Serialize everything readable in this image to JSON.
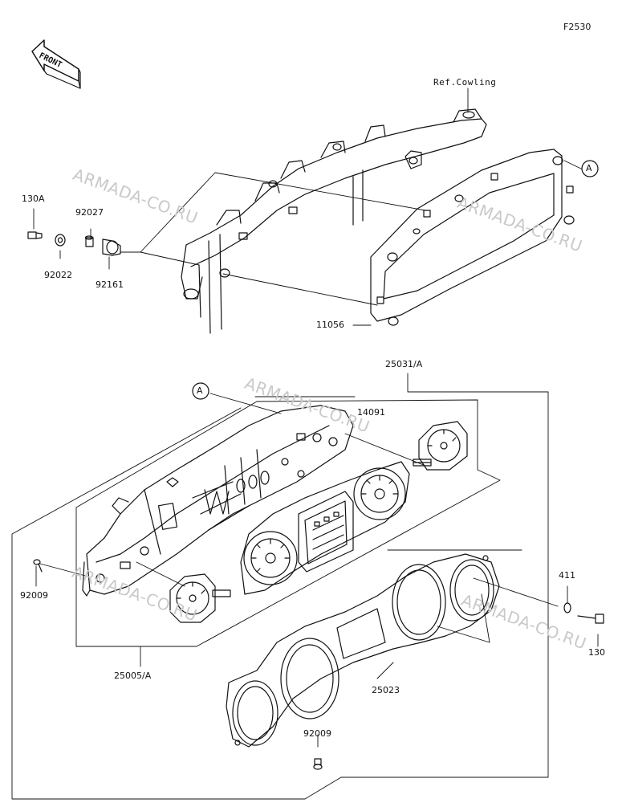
{
  "diagram": {
    "figure_id": "F2530",
    "direction_label": "FRONT",
    "watermark": "ARMADA-CO.RU",
    "ref_note": "Ref.Cowling",
    "callout_a": "A",
    "parts": {
      "p130a": "130A",
      "p92027": "92027",
      "p92022": "92022",
      "p92161": "92161",
      "p11056": "11056",
      "p25031a": "25031/A",
      "p14091": "14091",
      "p411": "411",
      "p92009_left": "92009",
      "p130": "130",
      "p25005a": "25005/A",
      "p25023": "25023",
      "p92009_bottom": "92009"
    }
  }
}
